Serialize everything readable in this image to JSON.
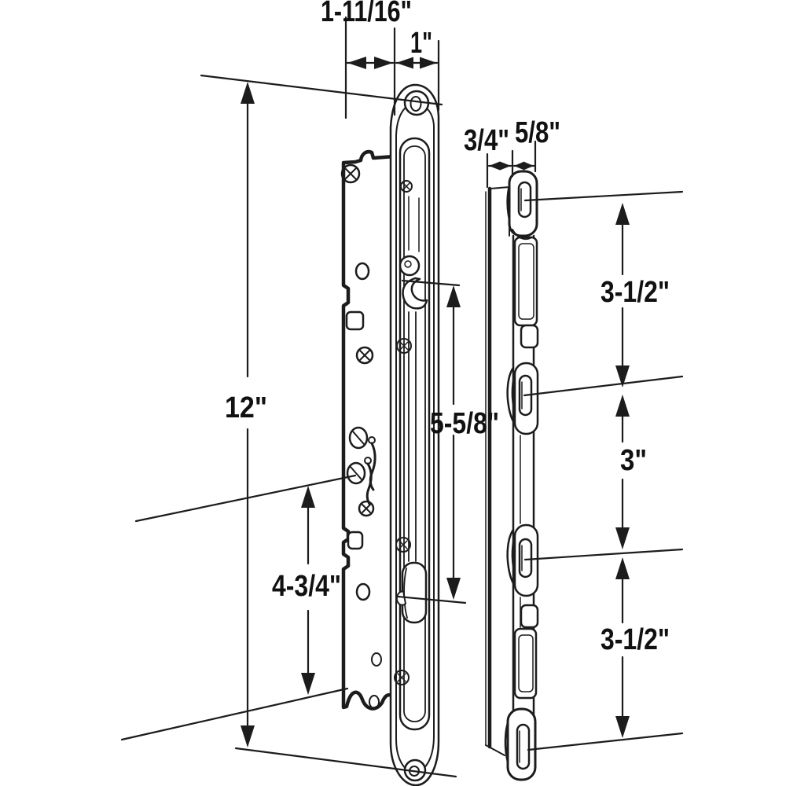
{
  "figure": {
    "type": "technical line drawing",
    "subject": "Multipoint mortise lock with hook latches (left) and slotted keeper strip (right), shown with measurement callouts"
  },
  "dimensions": {
    "faceplate_width": "1-11/16\"",
    "case_width": "1\"",
    "keeper_depth": "3/4\"",
    "keeper_width": "5/8\"",
    "faceplate_length": "12\"",
    "hook_spacing": "5-5/8\"",
    "lower_section": "4-3/4\"",
    "keeper_top_span": "3-1/2\"",
    "keeper_middle_span": "3\"",
    "keeper_bottom_span": "3-1/2\""
  },
  "colors": {
    "line": "#1c1c1c",
    "background": "#ffffff"
  }
}
